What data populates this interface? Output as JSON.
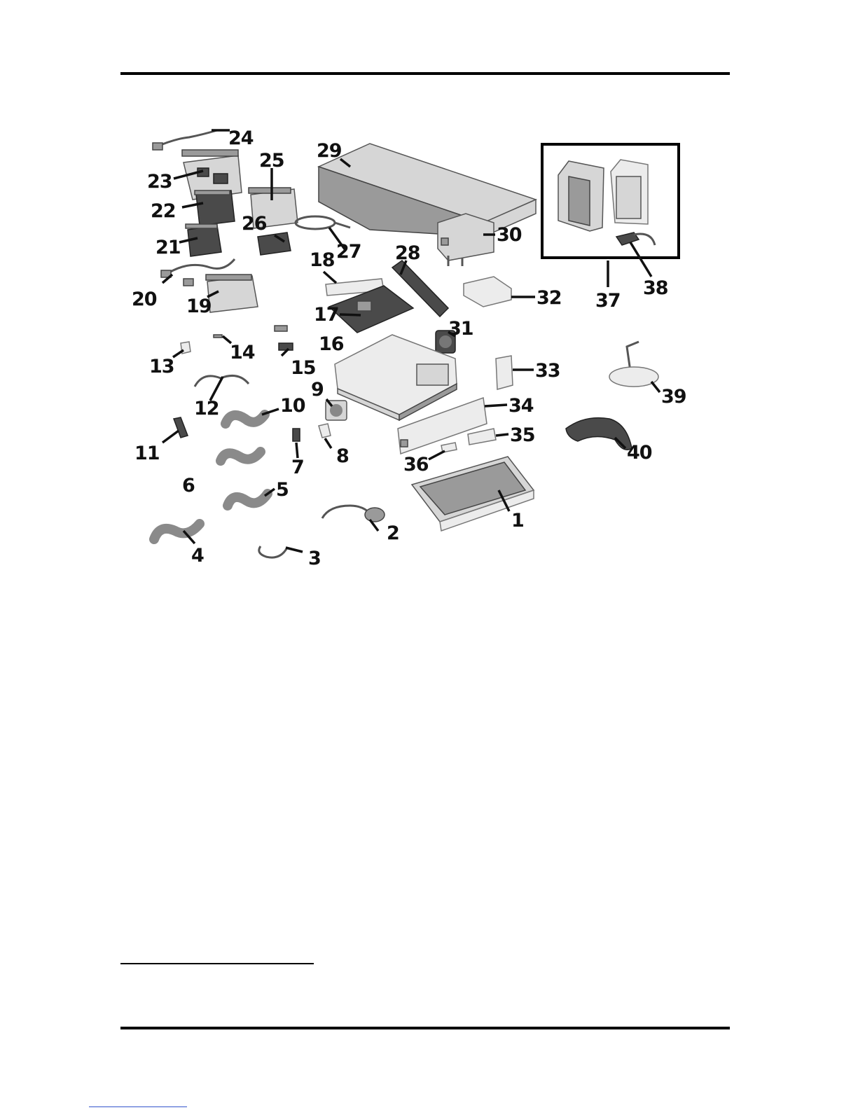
{
  "callouts": {
    "c1": "1",
    "c2": "2",
    "c3": "3",
    "c4": "4",
    "c5": "5",
    "c6": "6",
    "c7": "7",
    "c8": "8",
    "c9": "9",
    "c10": "10",
    "c11": "11",
    "c12": "12",
    "c13": "13",
    "c14": "14",
    "c15": "15",
    "c16": "16",
    "c17": "17",
    "c18": "18",
    "c19": "19",
    "c20": "20",
    "c21": "21",
    "c22": "22",
    "c23": "23",
    "c24": "24",
    "c25": "25",
    "c26": "26",
    "c27": "27",
    "c28": "28",
    "c29": "29",
    "c30": "30",
    "c31": "31",
    "c32": "32",
    "c33": "33",
    "c34": "34",
    "c35": "35",
    "c36": "36",
    "c37": "37",
    "c38": "38",
    "c39": "39",
    "c40": "40"
  },
  "colors": {
    "rule": "#000000",
    "part_light": "#d6d6d6",
    "part_mid": "#9a9a9a",
    "part_dark": "#4a4a4a"
  }
}
